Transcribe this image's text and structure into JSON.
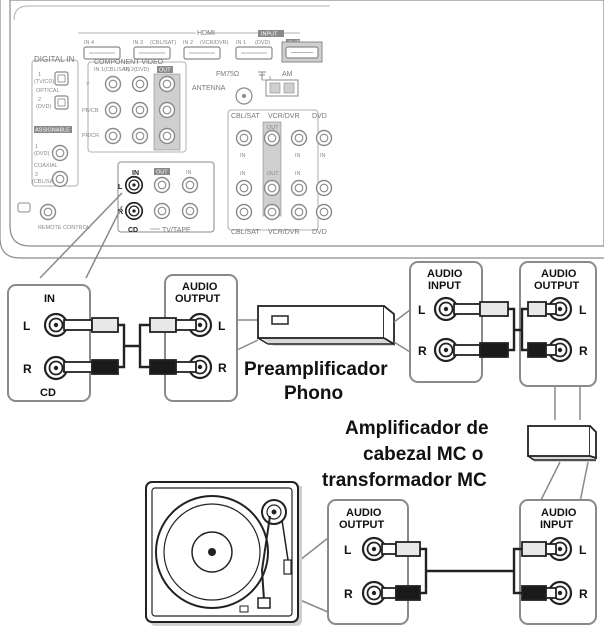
{
  "receiver_panel": {
    "hdmi": "HDMI",
    "hdmi_input": "INPUT",
    "hdmi_in4": "IN 4",
    "hdmi_in3": "IN 3",
    "hdmi_in3_src": "(CBL/SAT)",
    "hdmi_in2": "IN 2",
    "hdmi_in2_src": "(VCR/DVR)",
    "hdmi_in1": "IN 1",
    "hdmi_in1_src": "(DVD)",
    "hdmi_out": "OUT",
    "digital_in": "DIGITAL IN",
    "optical": "OPTICAL",
    "optical_1": "1",
    "optical_1_src": "(TV/CD)",
    "optical_2": "2",
    "optical_2_src": "(DVD)",
    "assignable": "ASSIGNABLE",
    "coaxial": "COAXIAL",
    "coaxial_1": "1",
    "coaxial_1_src": "(DVD)",
    "coaxial_2": "2",
    "coaxial_2_src": "(CBL/SAT)",
    "component_video": "COMPONENT VIDEO",
    "component_in1": "IN 1(CBL/SAT)",
    "component_in2": "IN 2(DVD)",
    "component_out": "OUT",
    "component_y": "Y",
    "component_pb": "PB/CB",
    "component_pr": "PR/CR",
    "antenna": "ANTENNA",
    "fm": "FM75Ω",
    "am": "AM",
    "cbl_sat": "CBL/SAT",
    "vcr_dvr": "VCR/DVR",
    "dvd": "DVD",
    "in_small": "IN",
    "out_small": "OUT",
    "remote_control": "REMOTE CONTROL",
    "cd_in": "IN",
    "cd_out": "OUT",
    "cd_l": "L",
    "cd_r": "R",
    "cd_label": "CD",
    "tv_tape": "TV/TAPE"
  },
  "zoom_cd": {
    "title": "IN",
    "l": "L",
    "r": "R",
    "label": "CD"
  },
  "preamp_output": {
    "title_line1": "AUDIO",
    "title_line2": "OUTPUT",
    "l": "L",
    "r": "R"
  },
  "preamp_label": {
    "line1": "Preamplificador",
    "line2": "Phono"
  },
  "preamp_input": {
    "title_line1": "AUDIO",
    "title_line2": "INPUT",
    "l": "L",
    "r": "R"
  },
  "mc_output": {
    "title_line1": "AUDIO",
    "title_line2": "OUTPUT",
    "l": "L",
    "r": "R"
  },
  "mc_label": {
    "line1": "Amplificador de",
    "line2": "cabezal MC o",
    "line3": "transformador MC"
  },
  "turntable_output": {
    "title_line1": "AUDIO",
    "title_line2": "OUTPUT",
    "l": "L",
    "r": "R"
  },
  "mc_input": {
    "title_line1": "AUDIO",
    "title_line2": "INPUT",
    "l": "L",
    "r": "R"
  },
  "colors": {
    "line": "#222222",
    "panel_line": "#8a8a8a",
    "jack_fill": "#ffffff",
    "plug_dark": "#1a1a1a",
    "plug_light": "#e8e8e8",
    "shadow": "#bdbdbd"
  }
}
